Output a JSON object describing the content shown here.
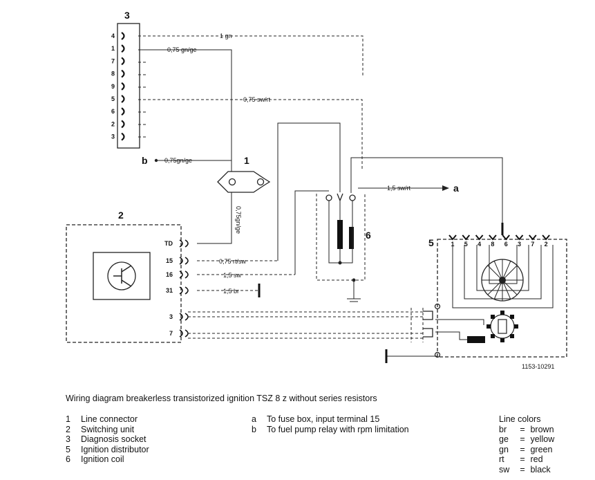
{
  "diagram": {
    "labels": {
      "socket": "3",
      "connector": "1",
      "switching_unit": "2",
      "coil": "6",
      "distributor": "5",
      "a": "a",
      "b": "b"
    },
    "socket_pins": [
      "4",
      "1",
      "7",
      "8",
      "9",
      "5",
      "6",
      "2",
      "3"
    ],
    "switch_pins": [
      "TD",
      "15",
      "16",
      "31",
      "3",
      "7"
    ],
    "distributor_pins": [
      "1",
      "5",
      "4",
      "8",
      "6",
      "3",
      "7",
      "2"
    ],
    "wires": {
      "w1": "1 gn",
      "w2": "0,75 gn/ge",
      "w3": "0,75 sw/rt",
      "w4": "0,75gn/ge",
      "w5": "1,5 sw/rt",
      "w6": "0,75gn/ge",
      "w7": "0,75 rt/sw",
      "w8": "1,5 sw",
      "w9": "1,5 br"
    },
    "ref": "1153-10291"
  },
  "caption": "Wiring diagram breakerless transistorized ignition TSZ 8 z without series resistors",
  "legend_parts": [
    {
      "num": "1",
      "text": "Line connector"
    },
    {
      "num": "2",
      "text": "Switching unit"
    },
    {
      "num": "3",
      "text": "Diagnosis socket"
    },
    {
      "num": "5",
      "text": "Ignition distributor"
    },
    {
      "num": "6",
      "text": "Ignition coil"
    }
  ],
  "legend_terms": [
    {
      "key": "a",
      "text": "To fuse box, input terminal 15"
    },
    {
      "key": "b",
      "text": "To fuel pump relay with rpm limitation"
    }
  ],
  "colors": {
    "title": "Line colors",
    "items": [
      {
        "abbr": "br",
        "eq": "=",
        "name": "brown"
      },
      {
        "abbr": "ge",
        "eq": "=",
        "name": "yellow"
      },
      {
        "abbr": "gn",
        "eq": "=",
        "name": "green"
      },
      {
        "abbr": "rt",
        "eq": "=",
        "name": "red"
      },
      {
        "abbr": "sw",
        "eq": "=",
        "name": "black"
      }
    ]
  }
}
